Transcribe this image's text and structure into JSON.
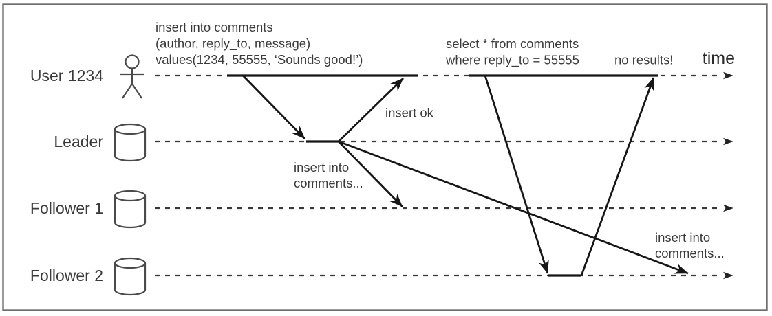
{
  "diagram": {
    "type": "sequence-diagram",
    "topic": "leader-based replication write then stale read",
    "time_label": "time",
    "colors": {
      "background": "#ffffff",
      "border": "#6f6f6f",
      "arrow": "#161616",
      "timeline_dash": "#3a3a3a",
      "text": "#3b3b3b"
    },
    "lanes": [
      {
        "label": "User 1234",
        "icon": "person"
      },
      {
        "label": "Leader",
        "icon": "database-cylinder"
      },
      {
        "label": "Follower 1",
        "icon": "database-cylinder"
      },
      {
        "label": "Follower 2",
        "icon": "database-cylinder"
      }
    ],
    "annotations": {
      "insert_query": [
        "insert into comments",
        "(author, reply_to, message)",
        "values(1234, 55555, ‘Sounds good!’)"
      ],
      "insert_ok": "insert ok",
      "replicate_follower1": [
        "insert into",
        "comments..."
      ],
      "select_query": [
        "select * from comments",
        "where reply_to = 55555"
      ],
      "no_results": "no results!",
      "replicate_follower2": [
        "insert into",
        "comments..."
      ]
    }
  }
}
